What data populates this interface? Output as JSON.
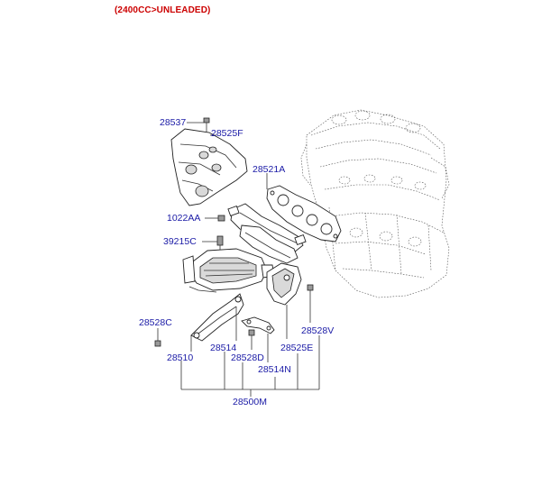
{
  "header": {
    "title": "(2400CC>UNLEADED)"
  },
  "labels": {
    "l28537": "28537",
    "l28525F": "28525F",
    "l28521A": "28521A",
    "l1022AA": "1022AA",
    "l39215C": "39215C",
    "l28528C": "28528C",
    "l28528V": "28528V",
    "l28514": "28514",
    "l28525E": "28525E",
    "l28510": "28510",
    "l28528D": "28528D",
    "l28514N": "28514N",
    "l28500M": "28500M"
  },
  "colors": {
    "title": "#cc0000",
    "label": "#1a1aa6"
  }
}
